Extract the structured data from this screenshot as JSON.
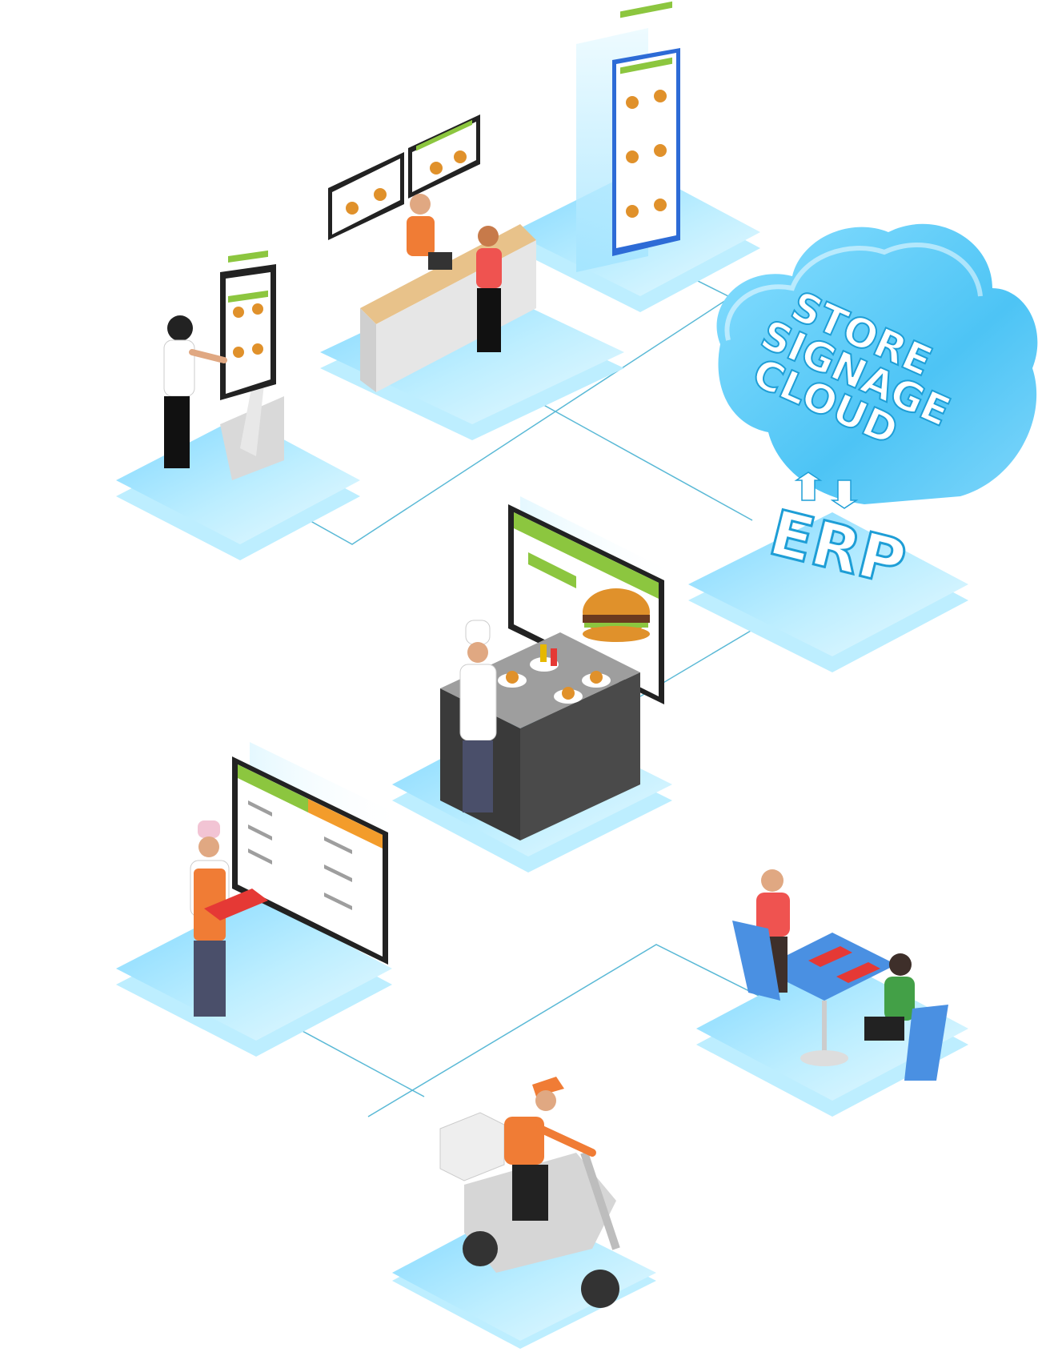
{
  "cloud": {
    "line1": "STORE",
    "line2": "SIGNAGE",
    "line3": "CLOUD"
  },
  "erp": {
    "label": "ERP"
  },
  "colors": {
    "platform_light": "#d6f4ff",
    "platform_mid": "#9fe3ff",
    "platform_dark": "#4fc3f7",
    "connector": "#5ab9d6",
    "screen_green": "#8cc63f",
    "screen_orange": "#f39c2b",
    "uniform_orange": "#f07c35",
    "cloud_text": "#ffffff",
    "cloud_text_side": "#1e9ed6"
  },
  "scenes": [
    "self-order-kiosk",
    "counter-pos-menu-boards",
    "mobile-app-menu",
    "store-signage-cloud",
    "erp",
    "kitchen-display",
    "order-status-board",
    "dining-table",
    "delivery-scooter"
  ]
}
